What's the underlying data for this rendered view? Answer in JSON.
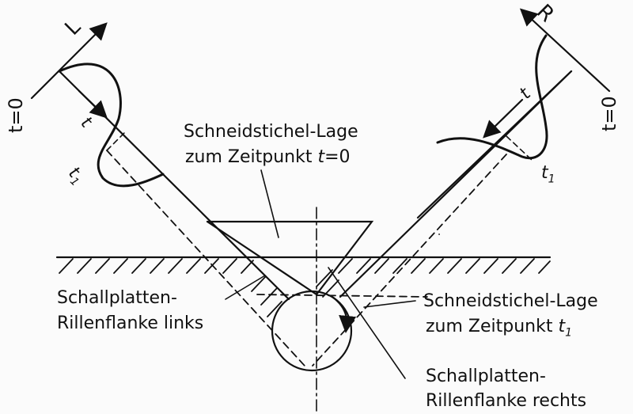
{
  "labels": {
    "channel_left": "L",
    "channel_right": "R",
    "t_zero_left": "t=0",
    "t_zero_right": "t=0",
    "t_left": "t",
    "t1_left": "t",
    "t1_left_sub": "1",
    "t_right": "t",
    "t1_right": "t",
    "t1_right_sub": "1",
    "stylus_t0_line1": "Schneidstichel-Lage",
    "stylus_t0_line2": "zum Zeitpunkt",
    "stylus_t0_var": "t",
    "stylus_t0_eq": "=0",
    "flank_left_line1": "Schallplatten-",
    "flank_left_line2": "Rillenflanke links",
    "stylus_t1_line1": "Schneidstichel-Lage",
    "stylus_t1_line2": "zum Zeitpunkt",
    "stylus_t1_var": "t",
    "stylus_t1_sub": "1",
    "flank_right_line1": "Schallplatten-",
    "flank_right_line2": "Rillenflanke rechts"
  },
  "colors": {
    "ink": "#111111",
    "paper": "#fbfbfb"
  }
}
